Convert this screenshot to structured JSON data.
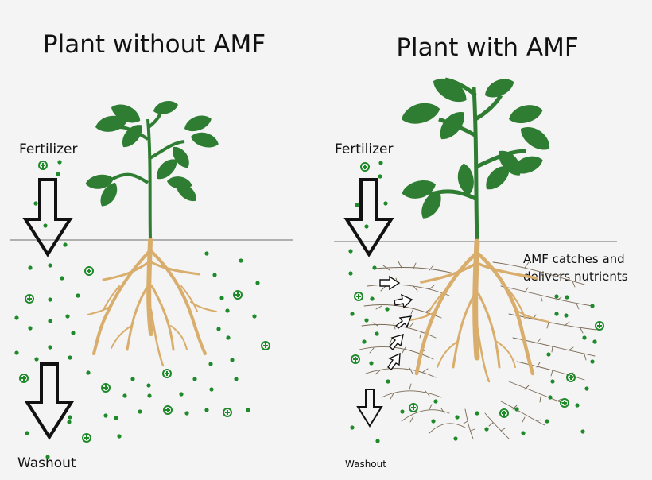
{
  "left_panel": {
    "title": "Plant without AMF",
    "fertilizer_label": "Fertilizer",
    "washout_label": "Washout"
  },
  "right_panel": {
    "title": "Plant with AMF",
    "fertilizer_label": "Fertilizer",
    "amf_label_line1": "AMF catches and",
    "amf_label_line2": "delivers nutrients",
    "washout_label": "Washout"
  },
  "colors": {
    "background": "#f4f4f4",
    "leaf": "#2e7d32",
    "stem": "#2e7d32",
    "root": "#d9ad6b",
    "hypha": "#7a6a55",
    "nutrient": "#1f8a2a",
    "ground_line": "#888888"
  },
  "icons": {
    "nutrient_plus": "plus-circle-icon",
    "down_arrow": "down-arrow-icon",
    "right_arrow": "right-arrow-icon"
  }
}
